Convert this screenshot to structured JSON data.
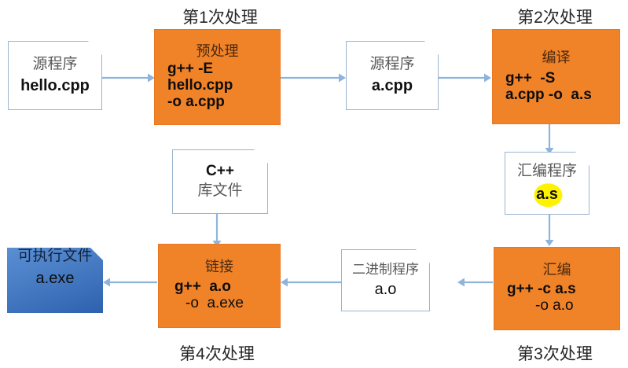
{
  "diagram": {
    "title_hidden": "C++ compilation pipeline",
    "colors": {
      "process_fill": "#F08228",
      "process_head_text": "#4A2A10",
      "doc_border": "#9CB4CE",
      "executable_fill": "#3C72BE",
      "arrow": "#8FB4DC",
      "highlight": "#FFF200"
    },
    "stage_labels": [
      {
        "id": "stage1",
        "text": "第1次处理"
      },
      {
        "id": "stage2",
        "text": "第2次处理"
      },
      {
        "id": "stage3",
        "text": "第3次处理"
      },
      {
        "id": "stage4",
        "text": "第4次处理"
      }
    ],
    "nodes": {
      "source_hello": {
        "line1": "源程序",
        "line2": "hello.cpp"
      },
      "preprocess": {
        "head": "预处理",
        "cmd_line1": "g++ -E",
        "cmd_line2": "hello.cpp",
        "cmd_line3": "-o a.cpp"
      },
      "source_acpp": {
        "line1": "源程序",
        "line2": "a.cpp"
      },
      "compile": {
        "head": "编译",
        "cmd_line1": "g++  -S",
        "cmd_line2": "a.cpp -o  a.s"
      },
      "asm_program": {
        "line1": "汇编程序",
        "line2": "a.s"
      },
      "assemble": {
        "head": "汇编",
        "cmd_line1": "g++ -c a.s",
        "cmd_line2": "-o a.o"
      },
      "binary": {
        "line1": "二进制程序",
        "line2": "a.o"
      },
      "cpp_lib": {
        "line1": "C++",
        "line2": "库文件"
      },
      "link": {
        "head": "链接",
        "cmd_line1": "g++  a.o",
        "cmd_line2": "-o  a.exe"
      },
      "executable": {
        "line1": "可执行文件",
        "line2": "a.exe"
      }
    }
  }
}
